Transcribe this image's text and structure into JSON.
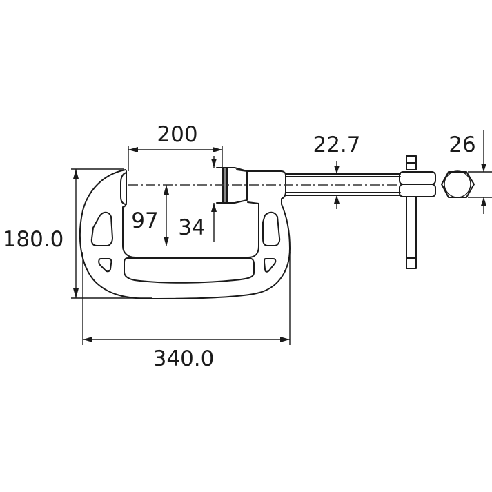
{
  "drawing": {
    "subject": "C-clamp dimension drawing",
    "line_color": "#1a1a1a",
    "background": "#ffffff"
  },
  "dimensions": {
    "jaw_opening": "200",
    "throat_depth": "97",
    "pad_height": "34",
    "screw_diameter": "22.7",
    "hex_size": "26",
    "overall_height": "180.0",
    "frame_width": "340.0"
  }
}
